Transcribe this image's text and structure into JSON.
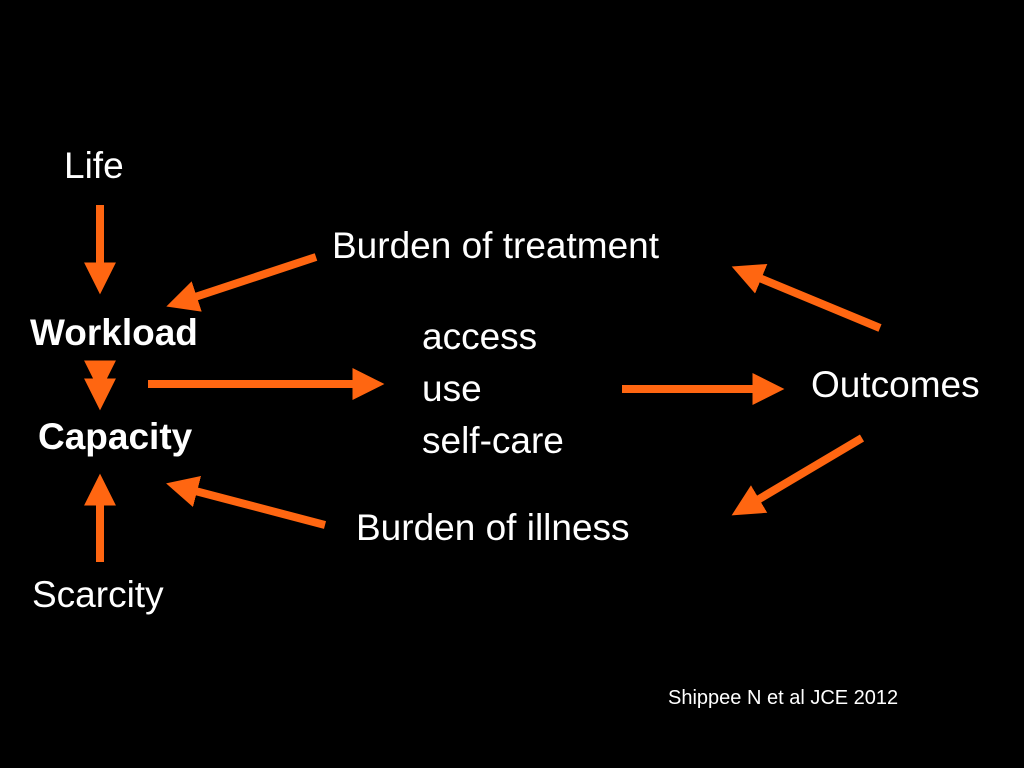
{
  "colors": {
    "background": "#000000",
    "text": "#ffffff",
    "arrow": "#ff6611"
  },
  "nodes": {
    "life": "Life",
    "workload": "Workload",
    "capacity": "Capacity",
    "scarcity": "Scarcity",
    "burden_treatment": "Burden of treatment",
    "center_list": [
      "access",
      "use",
      "self-care"
    ],
    "outcomes": "Outcomes",
    "burden_illness": "Burden of illness"
  },
  "citation": "Shippee N et al JCE 2012"
}
